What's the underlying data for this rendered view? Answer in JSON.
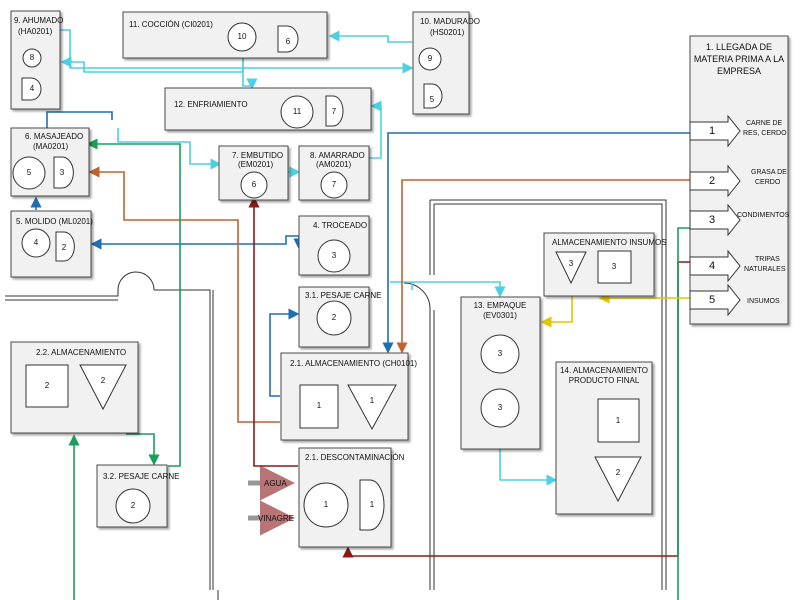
{
  "legend_box": {
    "title_lines": [
      "1. LLEGADA DE",
      "MATERIA PRIMA A LA",
      "EMPRESA"
    ],
    "inputs": [
      {
        "num": "1",
        "label_lines": [
          "CARNE DE",
          "RES, CERDO"
        ]
      },
      {
        "num": "2",
        "label_lines": [
          "GRASA DE",
          "CERDO"
        ]
      },
      {
        "num": "3",
        "label_lines": [
          "CONDIMENTOS"
        ]
      },
      {
        "num": "4",
        "label_lines": [
          "TRIPAS",
          "NATURALES"
        ]
      },
      {
        "num": "5",
        "label_lines": [
          "INSUMOS"
        ]
      }
    ]
  },
  "stations": {
    "ahumado": {
      "title_lines": [
        "9. AHUMADO",
        "(HA0201)"
      ],
      "circle": "8",
      "d_shape": "4"
    },
    "coccion": {
      "title_lines": [
        "11. COCCIÓN (CI0201)"
      ],
      "circle": "10",
      "d_shape": "6"
    },
    "madurado": {
      "title_lines": [
        "10. MADURADO",
        "(HS0201)"
      ],
      "circle": "9",
      "d_shape": "5"
    },
    "enfriamiento": {
      "title_lines": [
        "12. ENFRIAMIENTO"
      ],
      "circle": "11",
      "d_shape": "7"
    },
    "masajeado": {
      "title_lines": [
        "6. MASAJEADO",
        "(MA0201)"
      ],
      "circle": "5",
      "d_shape": "3"
    },
    "embutido": {
      "title_lines": [
        "7. EMBUTIDO",
        "(EM0201)"
      ],
      "circle": "6"
    },
    "amarrado": {
      "title_lines": [
        "8. AMARRADO",
        "(AM0201)"
      ],
      "circle": "7"
    },
    "molido": {
      "title_lines": [
        "5. MOLIDO (ML0201)"
      ],
      "circle": "4",
      "d_shape": "2"
    },
    "troceado": {
      "title_lines": [
        "4. TROCEADO"
      ],
      "circle": "3"
    },
    "pesaje_carne_1": {
      "title_lines": [
        "3.1. PESAJE CARNE"
      ],
      "circle": "2"
    },
    "almacenamiento_22": {
      "title_lines": [
        "2.2. ALMACENAMIENTO"
      ],
      "square": "2",
      "triangle": "2"
    },
    "almacenamiento_21": {
      "title_lines": [
        "2.1. ALMACENAMIENTO (CH0101)"
      ],
      "square": "1",
      "triangle": "1"
    },
    "pesaje_carne_2": {
      "title_lines": [
        "3.2. PESAJE CARNE"
      ],
      "circle": "2"
    },
    "descontaminacion": {
      "title_lines": [
        "2.1. DESCONTAMINACIÓN"
      ],
      "circle": "1",
      "d_shape": "1"
    },
    "almacenamiento_insumos": {
      "title_lines": [
        "ALMACENAMIENTO INSUMOS"
      ],
      "triangle": "3",
      "square": "3"
    },
    "empaque": {
      "title_lines": [
        "13. EMPAQUE",
        "(EV0301)"
      ],
      "circle_1": "3",
      "circle_2": "3"
    },
    "almacenamiento_pf": {
      "title_lines": [
        "14. ALMACENAMIENTO",
        "PRODUCTO FINAL"
      ],
      "square": "1",
      "triangle": "2"
    }
  },
  "side_inputs": {
    "agua": "AGUA",
    "vinagre": "VINAGRE"
  },
  "colors": {
    "cyan": "#4dd0e1",
    "blue": "#1f6fb0",
    "green": "#1a9e5b",
    "orange": "#c0622f",
    "dark_red": "#8b1a1a",
    "yellow": "#f2e600"
  }
}
